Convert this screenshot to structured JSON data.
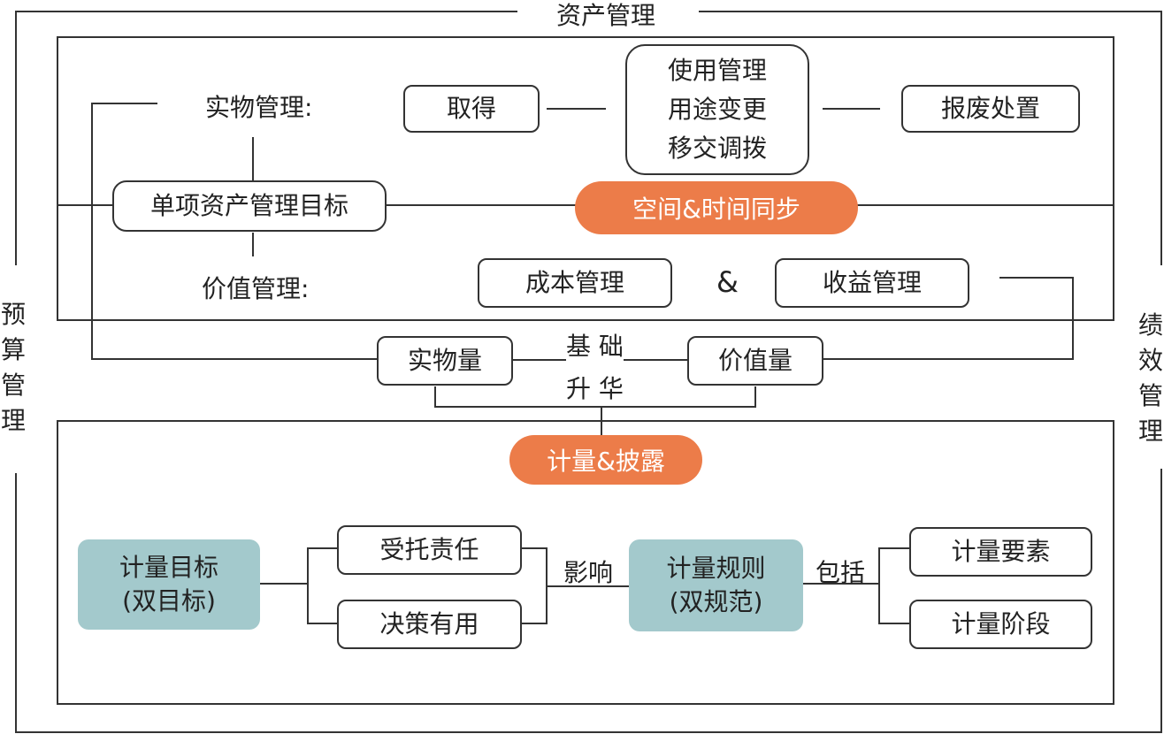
{
  "frame": {
    "top_label": "资产管理",
    "left_label": "预算管理",
    "right_label": "绩效管理"
  },
  "upper": {
    "physical_label": "实物管理:",
    "value_label": "价值管理:",
    "acquire": "取得",
    "usage_lines": [
      "使用管理",
      "用途变更",
      "移交调拨"
    ],
    "disposal": "报废处置",
    "single_asset_goal": "单项资产管理目标",
    "sync": "空间&时间同步",
    "cost": "成本管理",
    "and": "&",
    "revenue": "收益管理"
  },
  "middle": {
    "physical_qty": "实物量",
    "value_qty": "价值量",
    "foundation": "基 础",
    "sublimation": "升 华"
  },
  "lower": {
    "measure_disclose": "计量&披露",
    "goal_title": "计量目标",
    "goal_sub": "(双目标)",
    "fiduciary": "受托责任",
    "decision": "决策有用",
    "influence": "影响",
    "rule_title": "计量规则",
    "rule_sub": "(双规范)",
    "include": "包括",
    "elements": "计量要素",
    "stages": "计量阶段"
  },
  "colors": {
    "accent_orange": "#ec7c49",
    "teal": "#a3c9cc",
    "line": "#333333"
  }
}
